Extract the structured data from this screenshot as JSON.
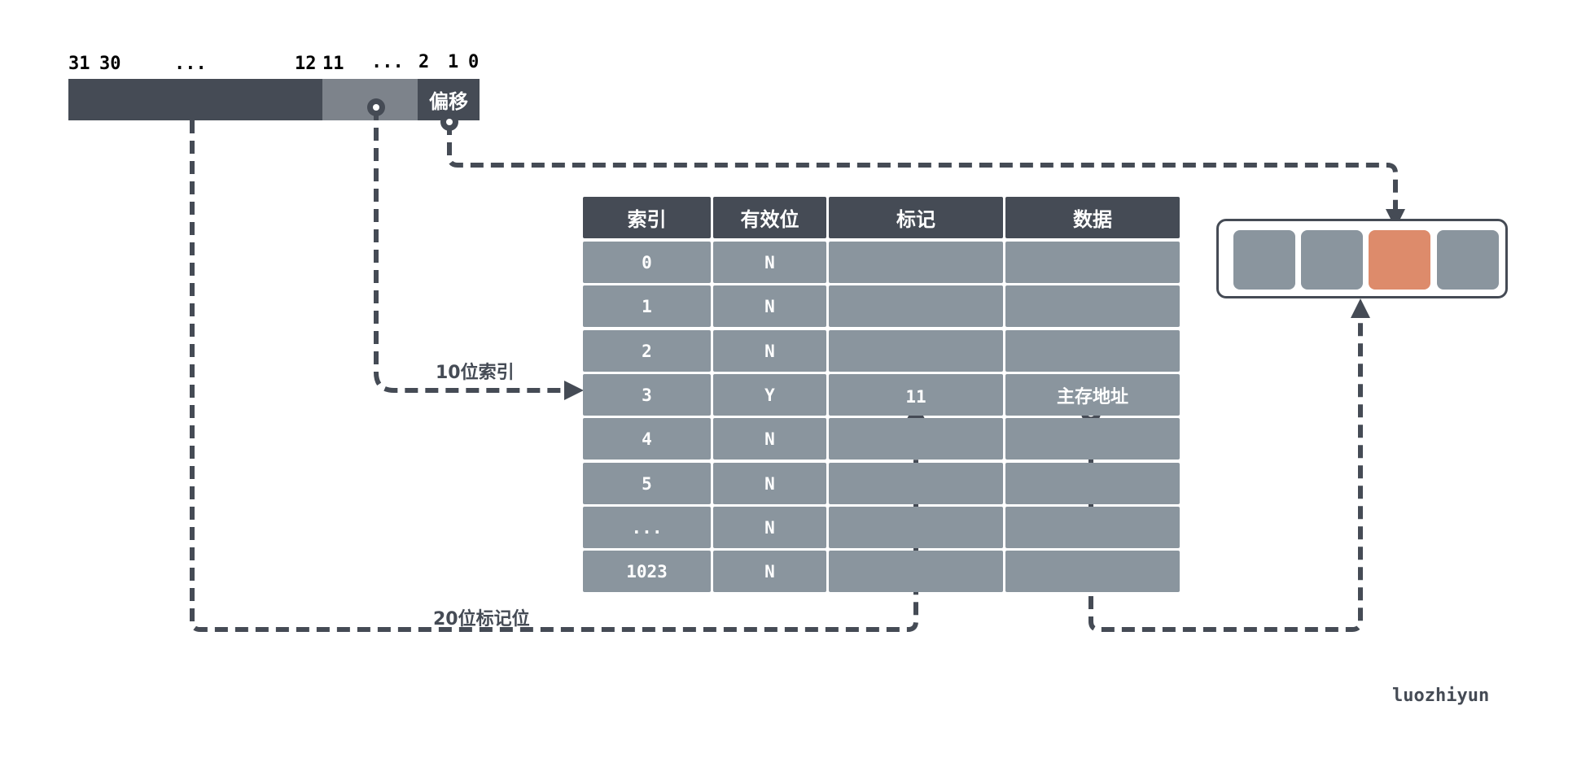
{
  "address": {
    "bit_labels": {
      "b31": "31",
      "b30": "30",
      "dots_high": "...",
      "b12": "12",
      "b11": "11",
      "dots_mid": "...",
      "b2": "2",
      "b1": "1",
      "b0": "0"
    },
    "offset_label": "偏移"
  },
  "annotations": {
    "index_bits": "10位索引",
    "tag_bits": "20位标记位"
  },
  "table": {
    "headers": [
      "索引",
      "有效位",
      "标记",
      "数据"
    ],
    "rows": [
      {
        "index": "0",
        "valid": "N",
        "tag": "",
        "data": ""
      },
      {
        "index": "1",
        "valid": "N",
        "tag": "",
        "data": ""
      },
      {
        "index": "2",
        "valid": "N",
        "tag": "",
        "data": ""
      },
      {
        "index": "3",
        "valid": "Y",
        "tag": "11",
        "data": "主存地址"
      },
      {
        "index": "4",
        "valid": "N",
        "tag": "",
        "data": ""
      },
      {
        "index": "5",
        "valid": "N",
        "tag": "",
        "data": ""
      },
      {
        "index": "...",
        "valid": "N",
        "tag": "",
        "data": ""
      },
      {
        "index": "1023",
        "valid": "N",
        "tag": "",
        "data": ""
      }
    ]
  },
  "memory_block": {
    "cells": [
      {
        "selected": false
      },
      {
        "selected": false
      },
      {
        "selected": true
      },
      {
        "selected": false
      }
    ]
  },
  "colors": {
    "dark": "#454b55",
    "mid": "#7d838b",
    "cell": "#8a959e",
    "highlight": "#dd8b6b"
  },
  "watermark": "luozhiyun"
}
